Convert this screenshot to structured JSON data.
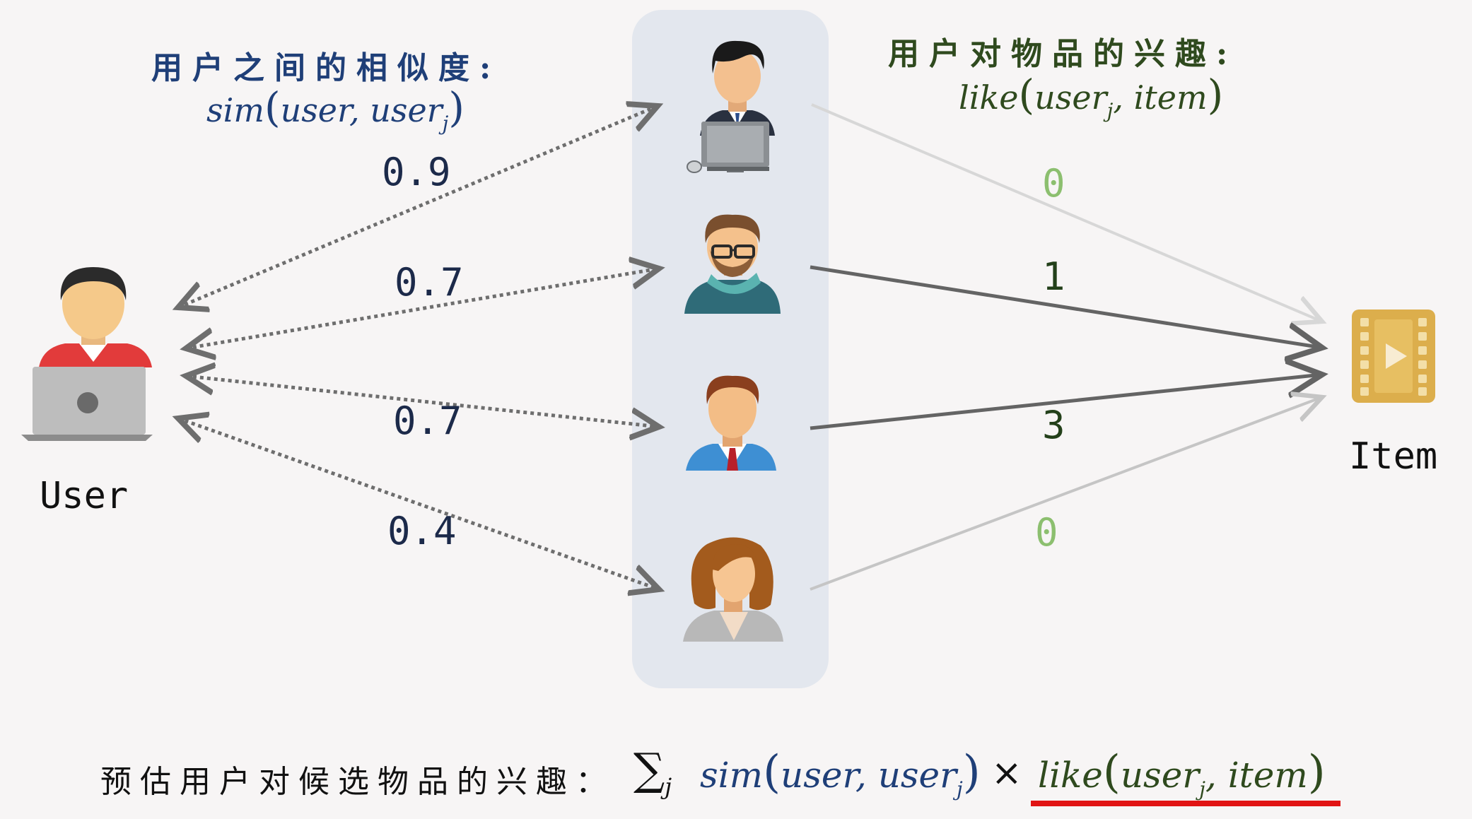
{
  "header_left": {
    "title": "用户之间的相似度:",
    "formula": {
      "fn": "sim",
      "arg1": "user",
      "arg2": "user",
      "sub": "j"
    }
  },
  "header_right": {
    "title": "用户对物品的兴趣:",
    "formula": {
      "fn": "like",
      "arg1": "user",
      "sub": "j",
      "arg2": "item"
    }
  },
  "user_label": "User",
  "item_label": "Item",
  "similarities": [
    "0.9",
    "0.7",
    "0.7",
    "0.4"
  ],
  "likes": [
    "0",
    "1",
    "3",
    "0"
  ],
  "bottom": {
    "label": "预估用户对候选物品的兴趣：",
    "sum": "∑",
    "sum_sub": "j",
    "sim_fn": "sim",
    "sim_arg1": "user",
    "sim_arg2": "user",
    "sub": "j",
    "times": "×",
    "like_fn": "like",
    "like_arg1": "user",
    "like_arg2": "item"
  },
  "icons": {
    "user": "user-with-laptop-icon",
    "users": [
      "man-at-computer-icon",
      "man-with-glasses-scarf-icon",
      "man-with-tie-icon",
      "woman-icon"
    ],
    "item": "film-video-icon"
  },
  "colors": {
    "left_title": "#1f3f78",
    "right_title": "#2f4a1e",
    "like_zero": "#8cbf6f",
    "like_nonzero": "#23401a",
    "column_bg": "#e3e7ee",
    "underline": "#e11414"
  }
}
